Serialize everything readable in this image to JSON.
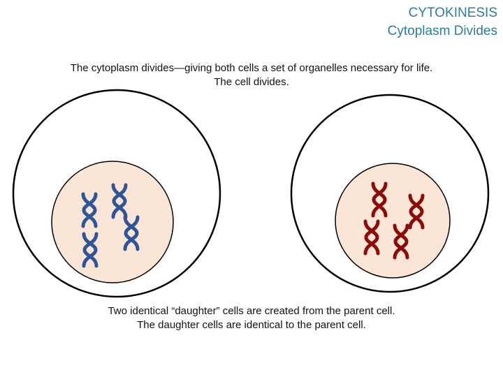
{
  "header": {
    "title_line1": "CYTOKINESIS",
    "title_line2": "Cytoplasm Divides"
  },
  "top_caption": {
    "line1": "The cytoplasm divides—giving both cells a set of organelles necessary for life.",
    "line2": "The cell divides."
  },
  "bottom_caption": {
    "line1": "Two identical “daughter” cells are created from the parent cell.",
    "line2": "The daughter cells are identical to the parent cell."
  },
  "colors": {
    "title": "#2e7d9a",
    "nucleus_fill": "#fbe5d6",
    "chromosome_left": "#2f5597",
    "chromosome_right": "#8b0a0a",
    "cell_outline": "#000000"
  },
  "icons": [
    "chromosome-icon"
  ]
}
